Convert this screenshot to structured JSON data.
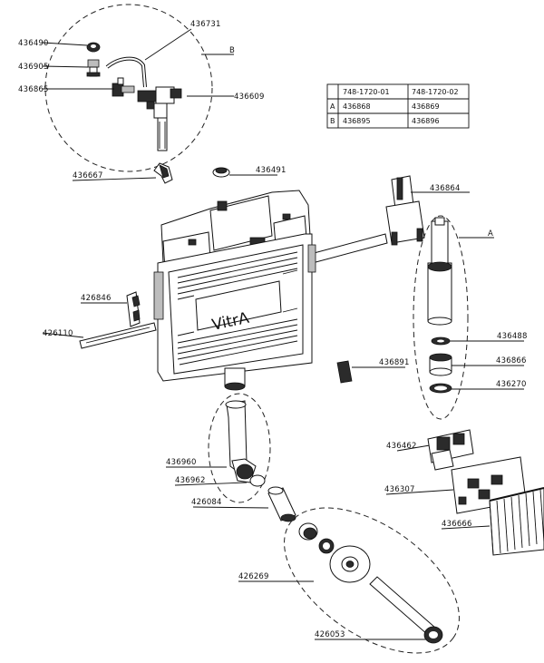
{
  "labels": {
    "p436731": "436731",
    "p436490": "436490",
    "p436905": "436905",
    "p436865": "436865",
    "p436609": "436609",
    "group_b": "B",
    "p436667": "436667",
    "p436491": "436491",
    "p436864": "436864",
    "group_a": "A",
    "p426846": "426846",
    "p426110": "426110",
    "p436488": "436488",
    "p436891": "436891",
    "p436866": "436866",
    "p436270": "436270",
    "p436462": "436462",
    "p436960": "436960",
    "p436962": "436962",
    "p426084": "426084",
    "p436307": "436307",
    "p436666": "436666",
    "p426269": "426269",
    "p426053": "426053",
    "brand": "VitrA"
  },
  "table": {
    "headers": [
      "",
      "748-1720-01",
      "748-1720-02"
    ],
    "rows": [
      [
        "A",
        "436868",
        "436869"
      ],
      [
        "B",
        "436895",
        "436896"
      ]
    ]
  }
}
